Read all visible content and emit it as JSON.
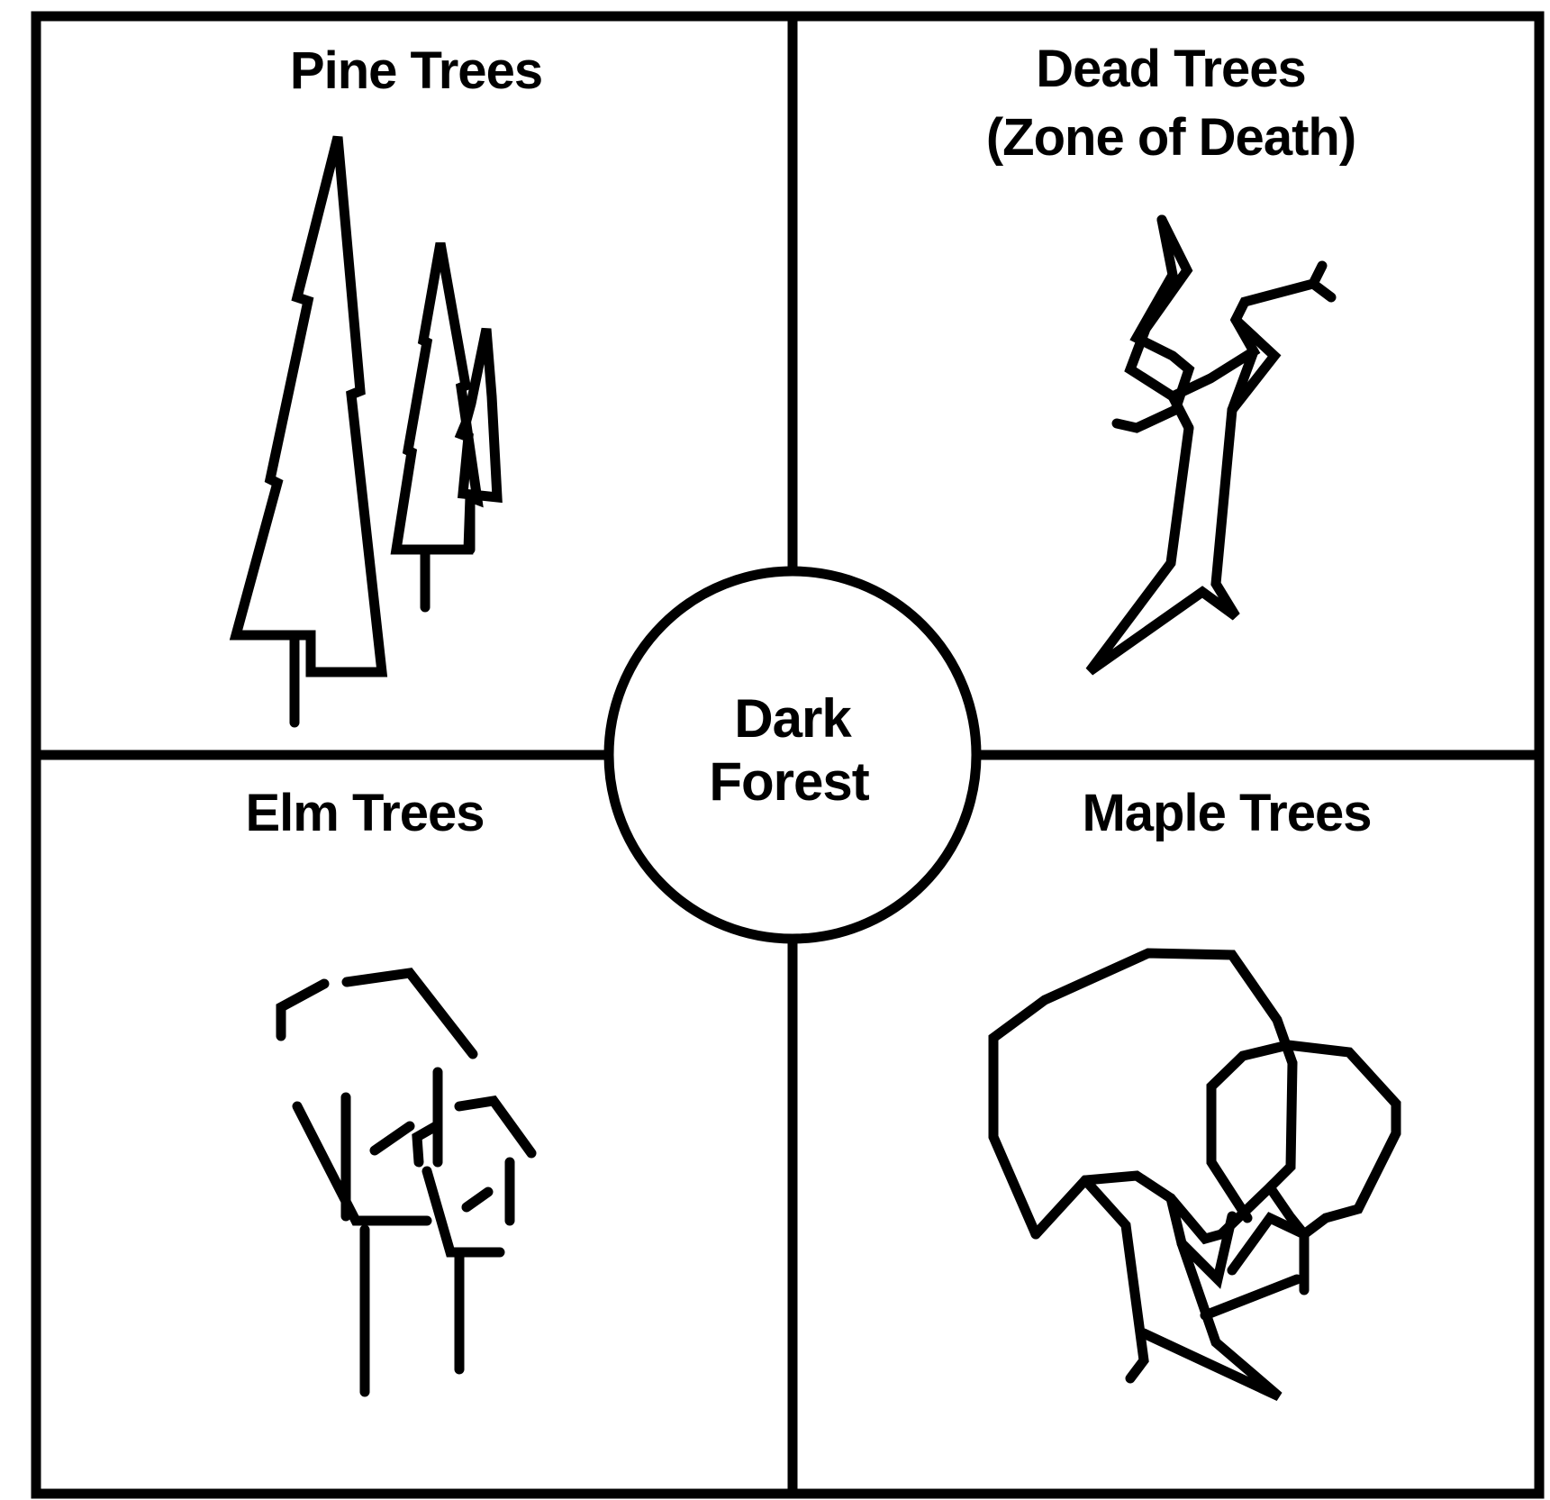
{
  "quadrants": {
    "top_left": {
      "label": "Pine Trees",
      "icon": "pine-trees-icon"
    },
    "top_right": {
      "label_line1": "Dead Trees",
      "label_line2": "(Zone of Death)",
      "icon": "dead-tree-icon"
    },
    "bottom_left": {
      "label": "Elm Trees",
      "icon": "elm-trees-icon"
    },
    "bottom_right": {
      "label": "Maple Trees",
      "icon": "maple-trees-icon"
    }
  },
  "center": {
    "line1": "Dark",
    "line2": "Forest"
  },
  "colors": {
    "ink": "#000000",
    "background": "#ffffff"
  }
}
